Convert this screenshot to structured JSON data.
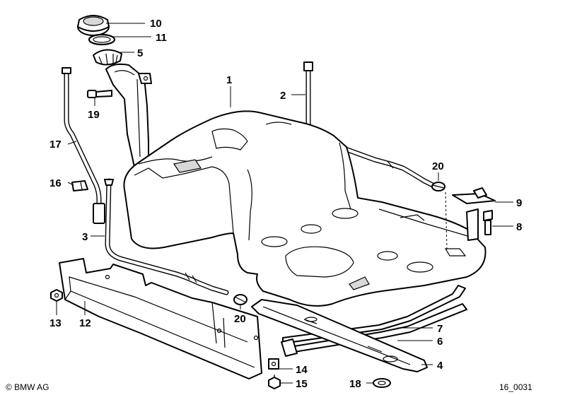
{
  "copyright": "© BMW AG",
  "diagram_code": "16_0031",
  "callouts": [
    {
      "id": "c10",
      "text": "10"
    },
    {
      "id": "c11",
      "text": "11"
    },
    {
      "id": "c5",
      "text": "5"
    },
    {
      "id": "c1",
      "text": "1"
    },
    {
      "id": "c2",
      "text": "2"
    },
    {
      "id": "c19",
      "text": "19"
    },
    {
      "id": "c17",
      "text": "17"
    },
    {
      "id": "c16",
      "text": "16"
    },
    {
      "id": "c3",
      "text": "3"
    },
    {
      "id": "c20a",
      "text": "20"
    },
    {
      "id": "c9",
      "text": "9"
    },
    {
      "id": "c8",
      "text": "8"
    },
    {
      "id": "c20b",
      "text": "20"
    },
    {
      "id": "c13",
      "text": "13"
    },
    {
      "id": "c12",
      "text": "12"
    },
    {
      "id": "c7",
      "text": "7"
    },
    {
      "id": "c6",
      "text": "6"
    },
    {
      "id": "c4",
      "text": "4"
    },
    {
      "id": "c14",
      "text": "14"
    },
    {
      "id": "c15",
      "text": "15"
    },
    {
      "id": "c18",
      "text": "18"
    }
  ]
}
